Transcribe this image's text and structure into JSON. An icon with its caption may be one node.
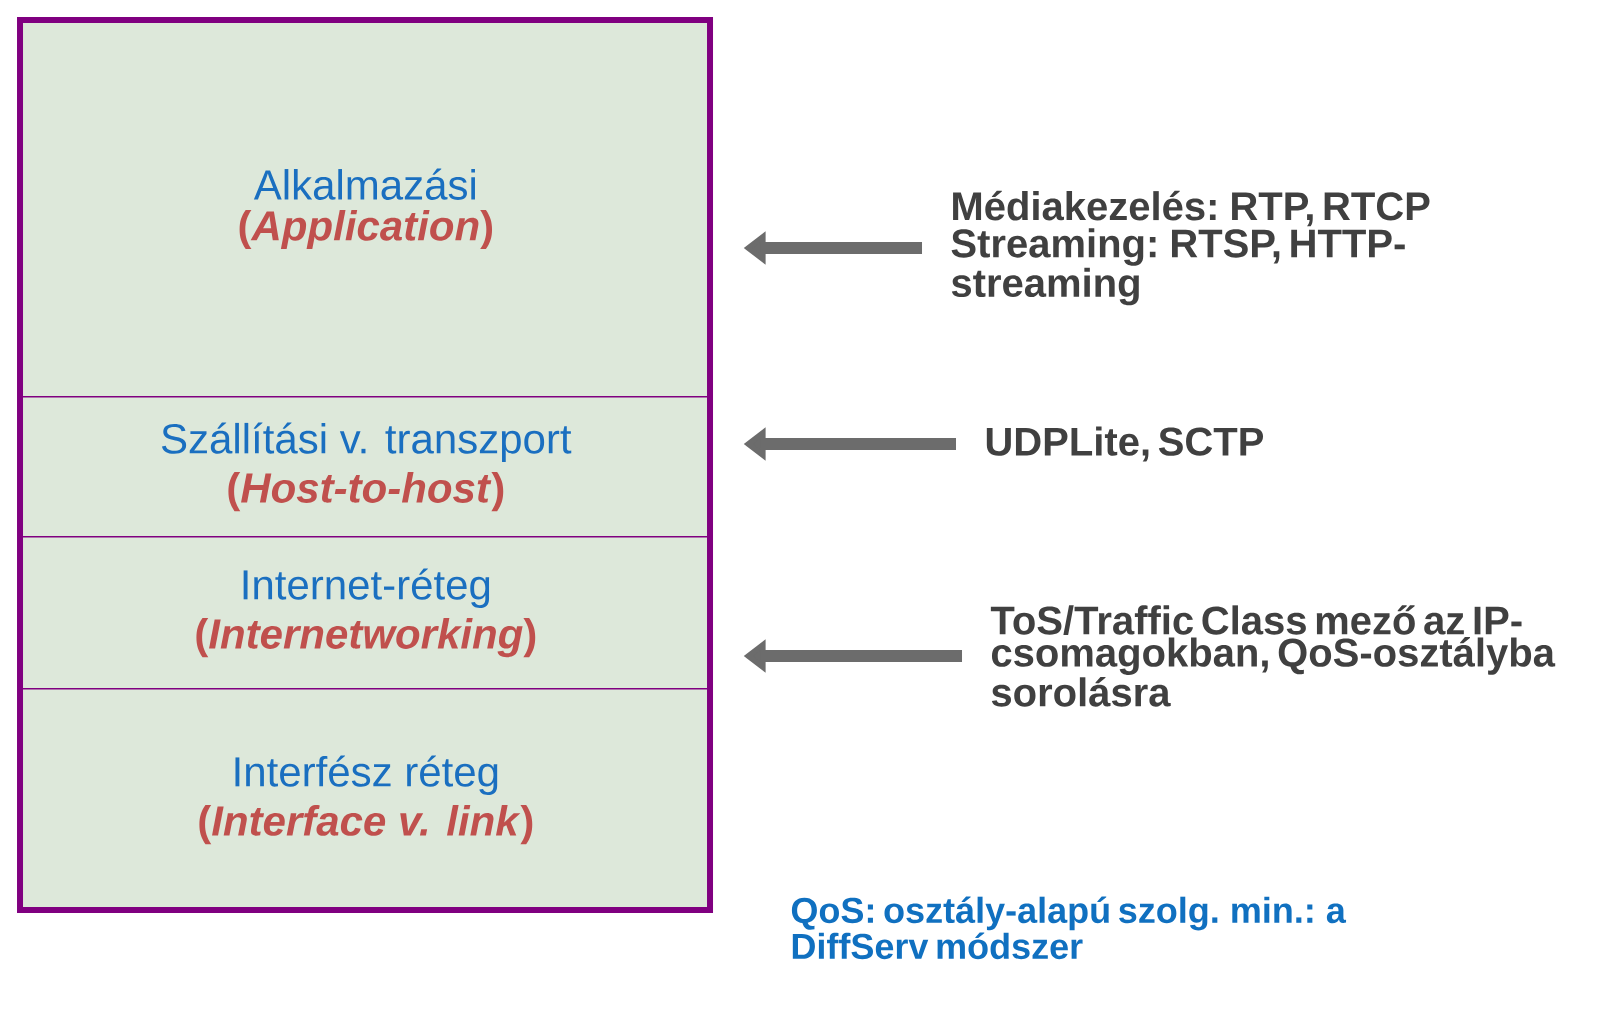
{
  "diagram": {
    "nodes": [
      {
        "text": [
          "Alkalmazási",
          "(*Application*)"
        ]
      },
      {
        "text": [
          "Szállítási v. transzport",
          "(*Host-to-host*)"
        ]
      },
      {
        "text": [
          "Internet-réteg",
          "(*Internetworking*)"
        ]
      },
      {
        "text": [
          "Interfész réteg",
          "(*Interface v. link*)"
        ]
      },
      {
        "text": [
          "Médiakezelés: RTP, RTCP Streaming: RTSP, HTTP-streaming"
        ]
      },
      {
        "text": [
          "UDPLite, SCTP"
        ]
      },
      {
        "text": [
          "ToS/Traffic Class mező az IP-csomagokban, QoS-osztályba sorolásra"
        ]
      }
    ],
    "edges": [
      {
        "from": 4,
        "to": 0,
        "arrow": "to"
      },
      {
        "from": 5,
        "to": 1,
        "arrow": "to"
      },
      {
        "from": 6,
        "to": 2,
        "arrow": "to"
      }
    ],
    "labels": [
      "QoS: osztály-alapú szolg. min.: a DiffServ módszer"
    ]
  }
}
